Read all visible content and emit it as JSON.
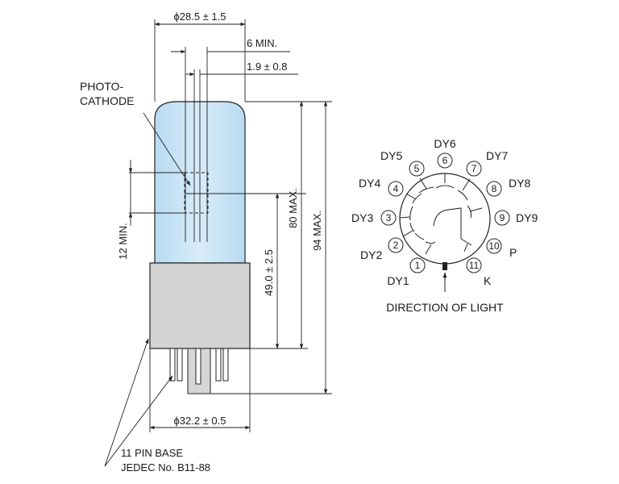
{
  "tube": {
    "photocathode_line1": "PHOTO-",
    "photocathode_line2": "CATHODE",
    "dim_diameter_top": "ϕ28.5 ± 1.5",
    "dim_6min": "6 MIN.",
    "dim_offset": "1.9 ± 0.8",
    "dim_12min": "12 MIN.",
    "dim_49": "49.0 ± 2.5",
    "dim_80max": "80 MAX.",
    "dim_94max": "94 MAX.",
    "dim_diameter_base": "ϕ32.2 ± 0.5",
    "base_line1": "11 PIN BASE",
    "base_line2": "JEDEC No. B11-88"
  },
  "pin_diagram": {
    "pins": [
      {
        "number": "1",
        "label": "DY1"
      },
      {
        "number": "2",
        "label": "DY2"
      },
      {
        "number": "3",
        "label": "DY3"
      },
      {
        "number": "4",
        "label": "DY4"
      },
      {
        "number": "5",
        "label": "DY5"
      },
      {
        "number": "6",
        "label": "DY6"
      },
      {
        "number": "7",
        "label": "DY7"
      },
      {
        "number": "8",
        "label": "DY8"
      },
      {
        "number": "9",
        "label": "DY9"
      },
      {
        "number": "10",
        "label": "P"
      },
      {
        "number": "11",
        "label": "K"
      }
    ],
    "caption": "DIRECTION OF LIGHT"
  },
  "colors": {
    "glass": "#c9e4f6",
    "base": "#d4d4d4",
    "line": "#222222"
  }
}
